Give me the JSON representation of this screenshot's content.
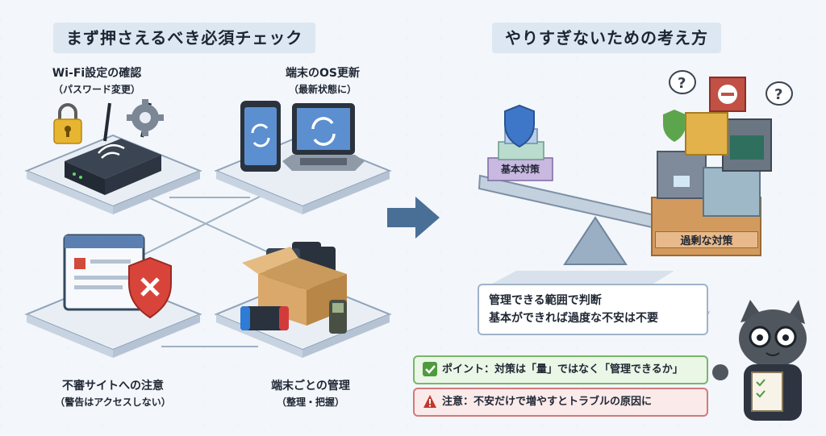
{
  "left_heading": "まず押さえるべき必須チェック",
  "right_heading": "やりすぎないための考え方",
  "checks": [
    {
      "title": "Wi-Fi設定の確認",
      "sub": "（パスワード変更）"
    },
    {
      "title": "端末のOS更新",
      "sub": "（最新状態に）"
    },
    {
      "title": "不審サイトへの注意",
      "sub": "（警告はアクセスしない）"
    },
    {
      "title": "端末ごとの管理",
      "sub": "（整理・把握）"
    }
  ],
  "balance": {
    "basic_label": "基本対策",
    "excess_label": "過剰な対策"
  },
  "speech": {
    "line1": "管理できる範囲で判断",
    "line2": "基本ができれば過度な不安は不要"
  },
  "point_text": "ポイント：対策は「量」ではなく「管理できるか」",
  "caution_text": "注意：不安だけで増やすとトラブルの原因に",
  "colors": {
    "accent": "#4a6f96",
    "point_green": "#4f9a3f",
    "caution_red": "#c0392b"
  }
}
